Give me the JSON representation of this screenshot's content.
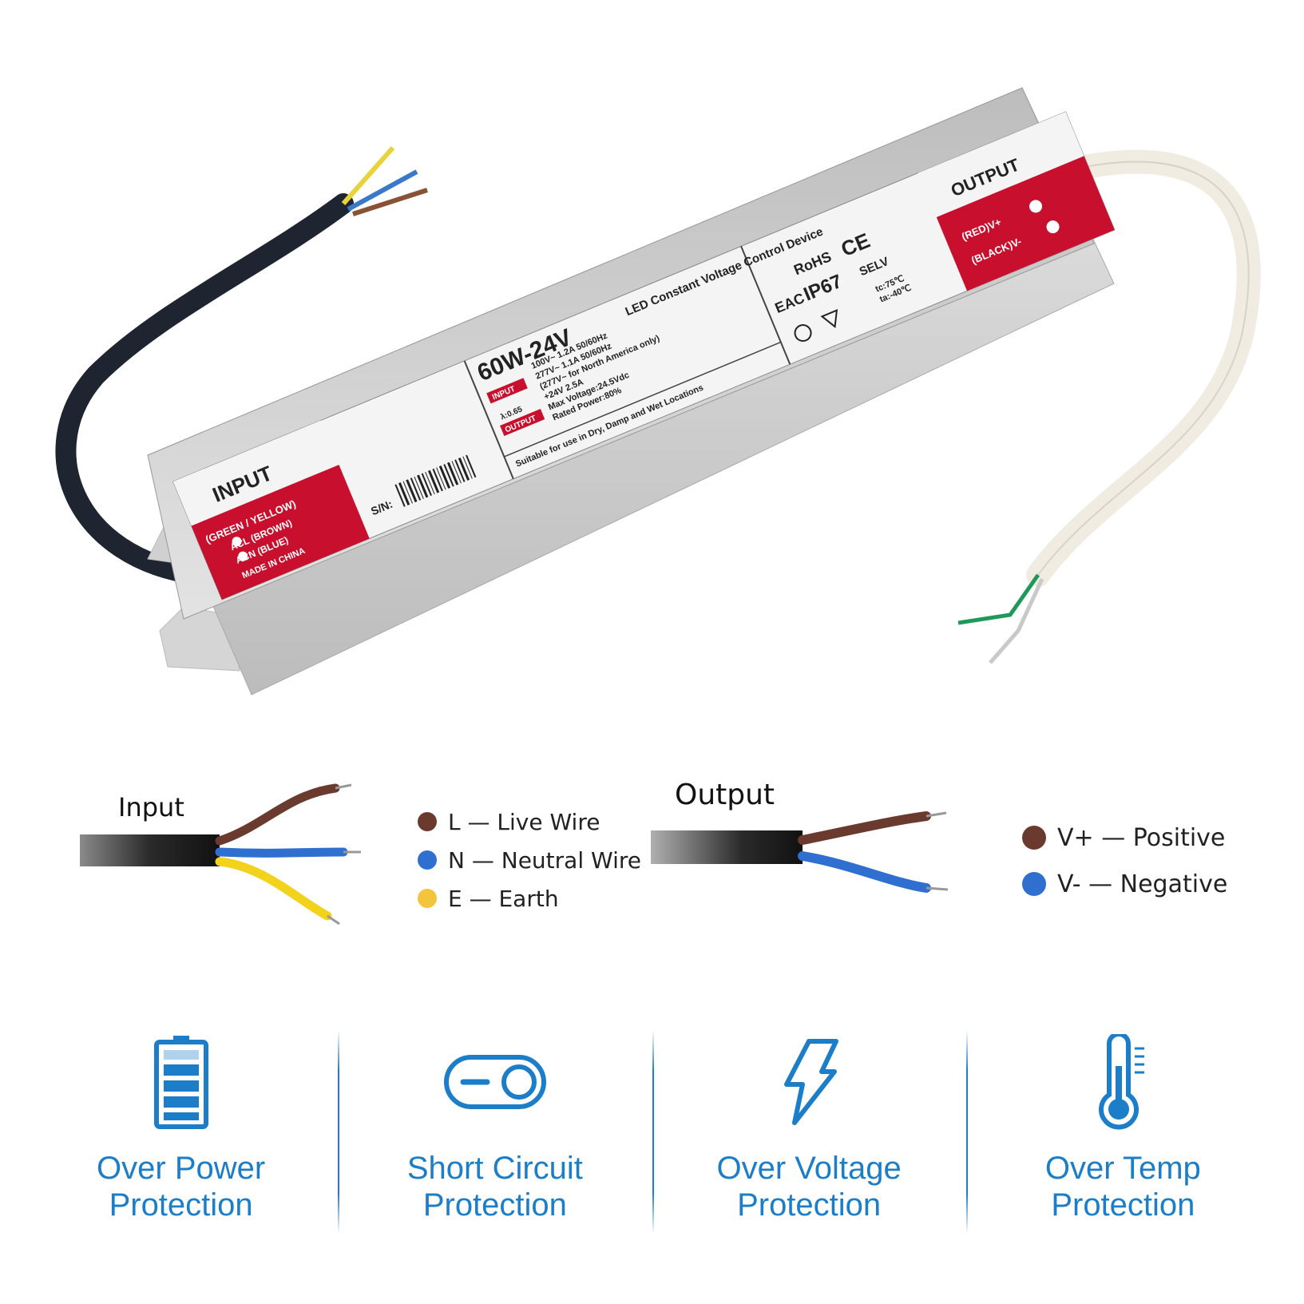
{
  "device": {
    "model": "60W-24V",
    "device_type": "LED Constant Voltage Control Device",
    "input_label": "INPUT",
    "output_label": "OUTPUT",
    "input_wires": [
      "(GREEN / YELLOW)",
      "ACL (BROWN)",
      "ACN (BLUE)"
    ],
    "made_in": "MADE IN CHINA",
    "output_wires": [
      "(RED)V+",
      "(BLACK)V-"
    ],
    "input_tag": "INPUT",
    "output_tag": "OUTPUT",
    "pf": "λ:0.65",
    "spec_lines": [
      "100V~    1.2A    50/60Hz",
      "277V~    1.1A    50/60Hz",
      "(277V~ for North America only)",
      "+24V      2.5A",
      "Max Voltage:24.5Vdc",
      "Rated Power:80%"
    ],
    "suitability": "Suitable for use in Dry, Damp and Wet Locations",
    "rohs": "RoHS",
    "ce": "CE",
    "ip_rating": "IP67",
    "selv": "SELV",
    "tc": "tc:75℃",
    "ta": "ta:-40℃",
    "eac": "EAC",
    "sn_label": "S/N:"
  },
  "wiring": {
    "input": {
      "caption": "Input",
      "legend": [
        {
          "text": "L — Live Wire",
          "color": "#6b3a2e"
        },
        {
          "text": "N — Neutral Wire",
          "color": "#2f6fcf"
        },
        {
          "text": "E — Earth",
          "color": "#f2c53d"
        }
      ]
    },
    "output": {
      "caption": "Output",
      "legend": [
        {
          "text": "V+ — Positive",
          "color": "#6b3a2e"
        },
        {
          "text": "V- — Negative",
          "color": "#2f6fcf"
        }
      ]
    }
  },
  "features": [
    {
      "icon": "battery-icon",
      "line1": "Over Power",
      "line2": "Protection"
    },
    {
      "icon": "toggle-switch-icon",
      "line1": "Short Circuit",
      "line2": "Protection"
    },
    {
      "icon": "lightning-icon",
      "line1": "Over Voltage",
      "line2": "Protection"
    },
    {
      "icon": "thermometer-icon",
      "line1": "Over Temp",
      "line2": "Protection"
    }
  ],
  "colors": {
    "accent_blue": "#1c7dc8",
    "label_red": "#c8102e",
    "housing_silver": "#d9d9d9"
  }
}
